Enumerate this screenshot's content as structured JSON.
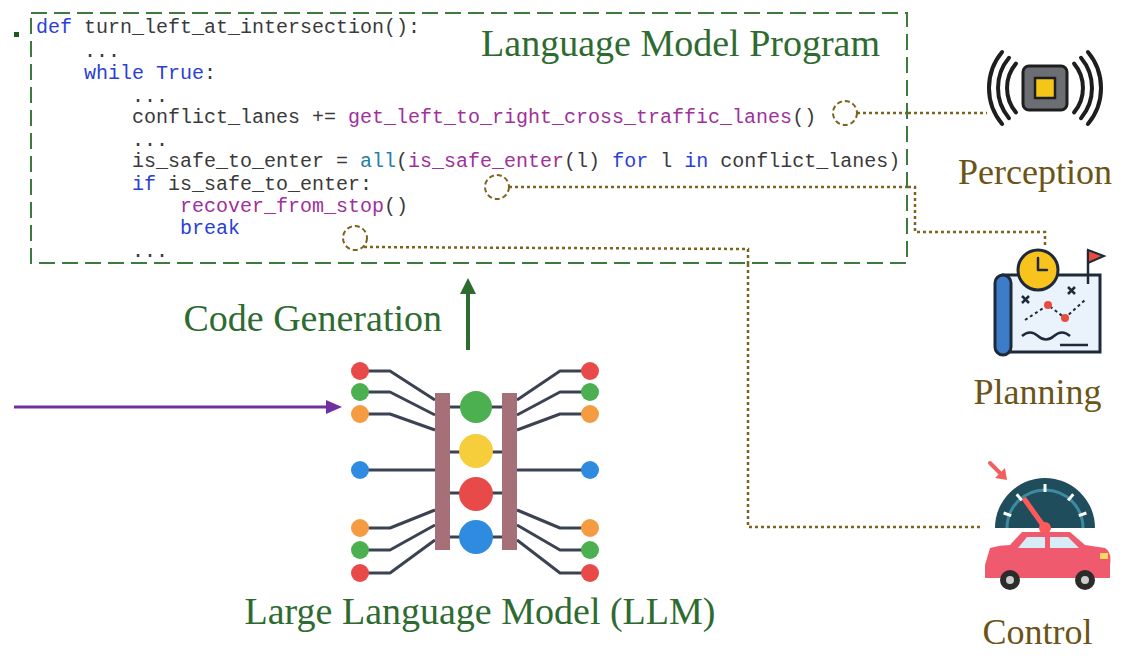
{
  "diagram": {
    "nodes": [
      {
        "text": [
          "Language Model Program",
          "def turn_left_at_intersection():",
          "...",
          "while True:",
          "...",
          "conflict_lanes += get_left_to_right_cross_traffic_lanes()",
          "...",
          "is_safe_to_enter = all(is_safe_enter(l) for l in conflict_lanes)",
          "if is_safe_to_enter:",
          "recover_from_stop()",
          "break",
          "..."
        ]
      },
      {
        "text": [
          "Large Language Model (LLM)"
        ]
      },
      {
        "text": [
          "Perception"
        ]
      },
      {
        "text": [
          "Planning"
        ]
      },
      {
        "text": [
          "Control"
        ]
      }
    ],
    "edges": [
      {
        "from": 1,
        "to": 0,
        "arrow": "to",
        "label": "Code Generation"
      },
      {
        "from": 0,
        "to": 2,
        "arrow": "none"
      },
      {
        "from": 0,
        "to": 3,
        "arrow": "none"
      },
      {
        "from": 0,
        "to": 4,
        "arrow": "none"
      }
    ]
  }
}
